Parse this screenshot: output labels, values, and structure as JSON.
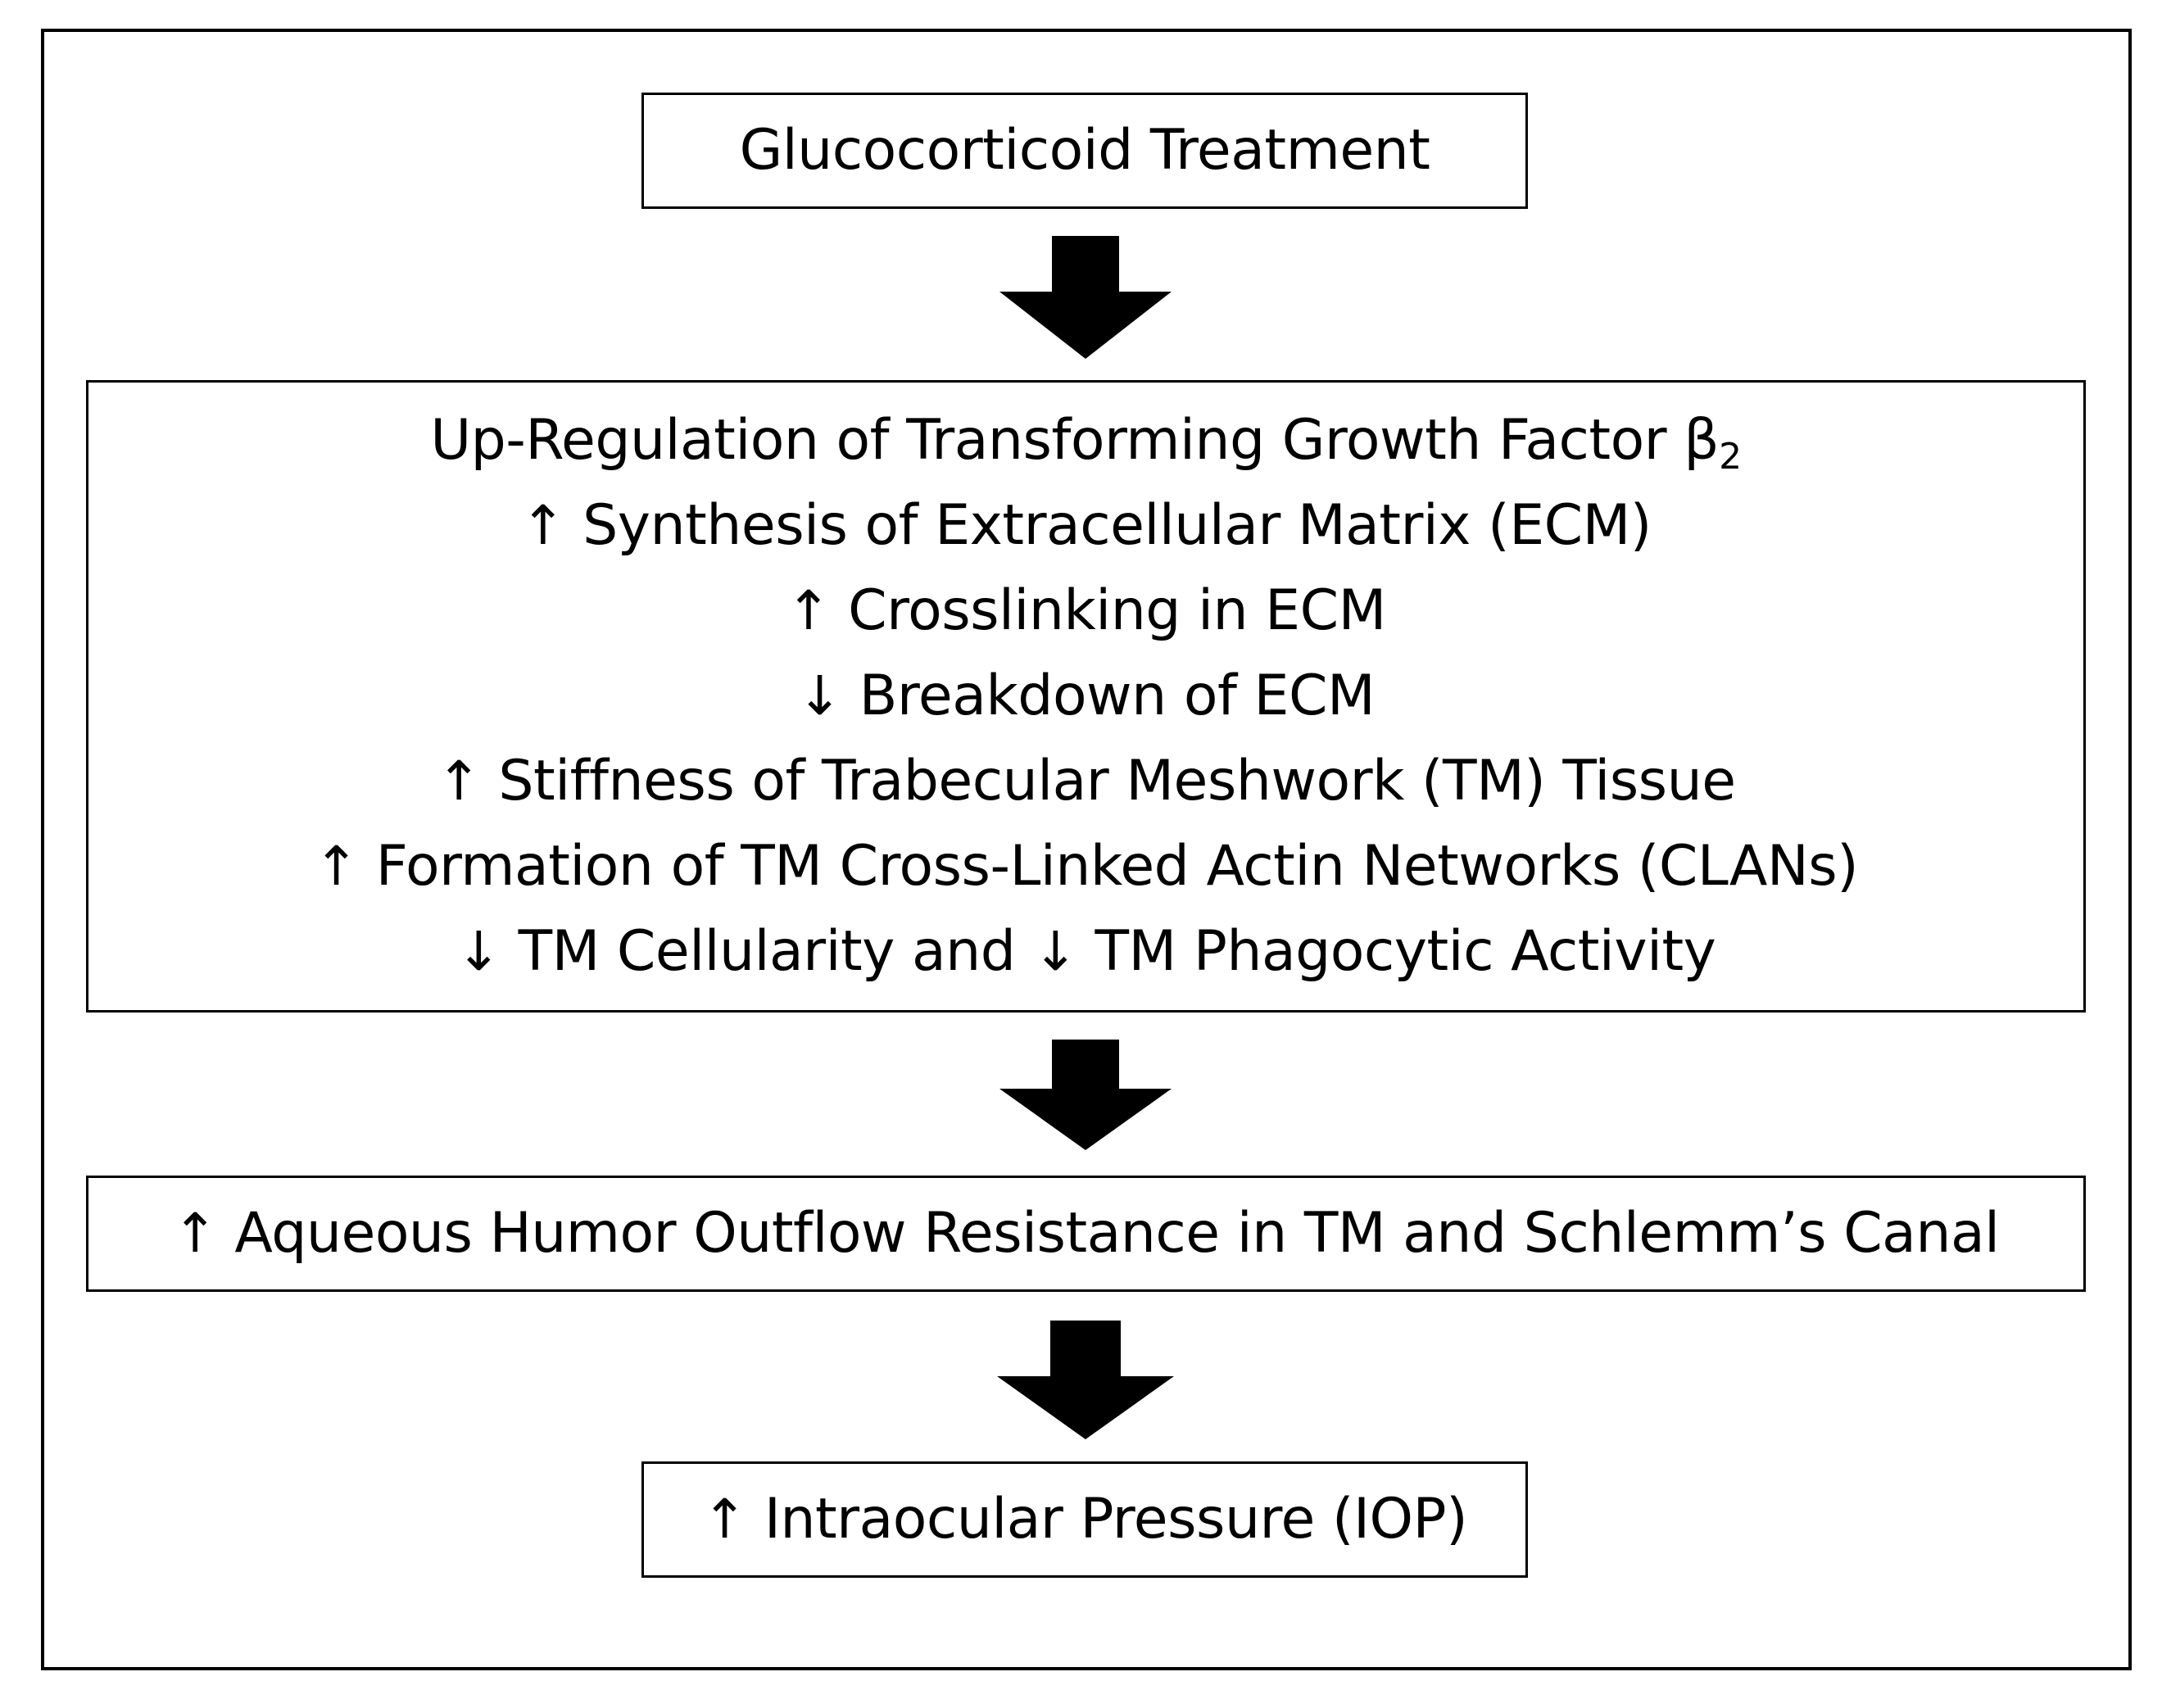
{
  "diagram": {
    "start": {
      "label": "Glucocorticoid Treatment"
    },
    "mechanisms": {
      "line1_text": "Up-Regulation of Transforming Growth Factor β",
      "line1_sub": "2",
      "lines": [
        {
          "symbol": "↑",
          "text": "Synthesis of Extracellular Matrix (ECM)"
        },
        {
          "symbol": "↑",
          "text": "Crosslinking in ECM"
        },
        {
          "symbol": "↓",
          "text": "Breakdown of ECM"
        },
        {
          "symbol": "↑",
          "text": "Stiffness of Trabecular Meshwork (TM) Tissue"
        },
        {
          "symbol": "↑",
          "text": "Formation of TM Cross-Linked Actin Networks (CLANs)"
        }
      ],
      "last_line": {
        "symbol1": "↓",
        "text1": "TM Cellularity and",
        "symbol2": "↓",
        "text2": "TM Phagocytic Activity"
      }
    },
    "outflow": {
      "symbol": "↑",
      "label": "Aqueous Humor Outflow Resistance in TM and Schlemm’s Canal"
    },
    "result": {
      "symbol": "↑",
      "label": "Intraocular Pressure (IOP)"
    }
  }
}
